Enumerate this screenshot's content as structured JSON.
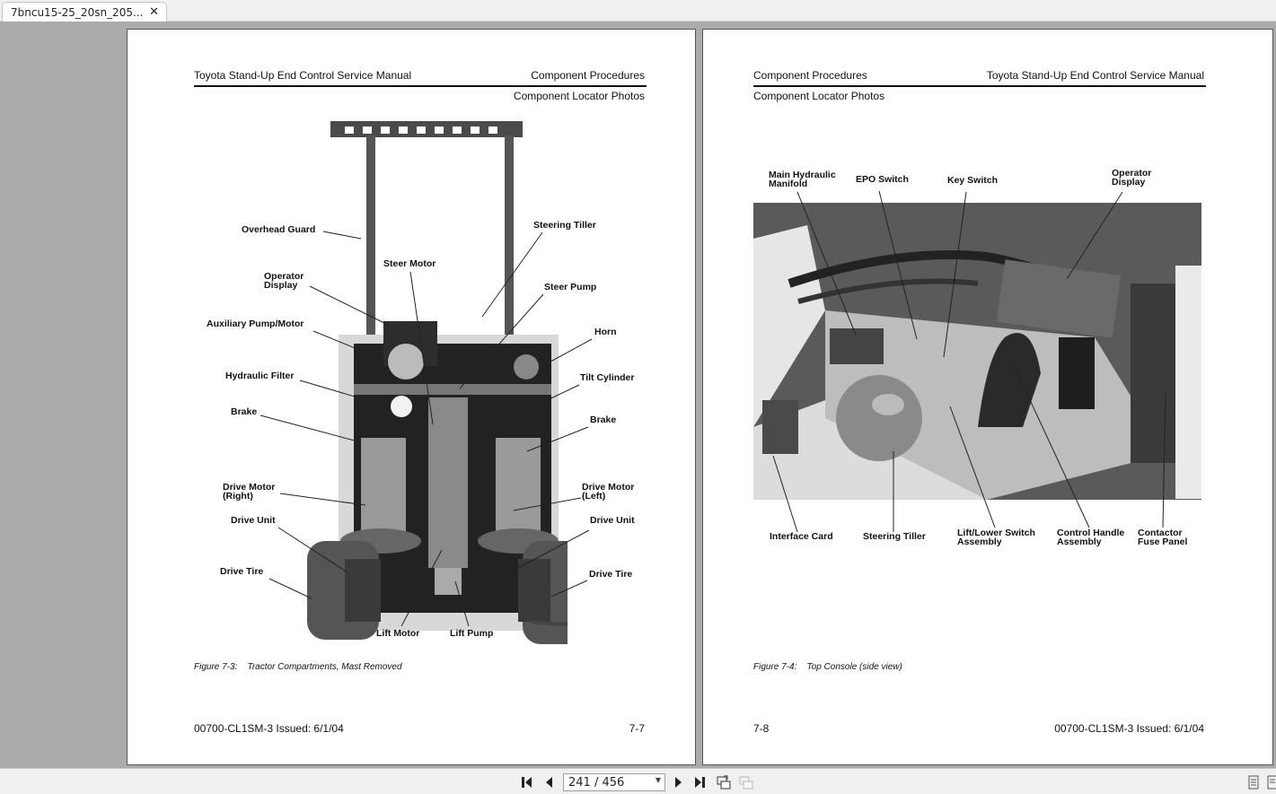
{
  "tab": {
    "title": "7bncu15-25_20sn_205...",
    "close": "✕"
  },
  "left_page": {
    "header_left": "Toyota Stand-Up End Control Service Manual",
    "header_right": "Component Procedures",
    "subheader": "Component Locator Photos",
    "figure_caption": "Figure 7-3:    Tractor Compartments, Mast Removed",
    "footer_left": "00700-CL1SM-3 Issued: 6/1/04",
    "footer_right": "7-7",
    "labels": {
      "overhead_guard": "Overhead Guard",
      "steer_motor": "Steer Motor",
      "steering_tiller": "Steering Tiller",
      "operator_display": "Operator\nDisplay",
      "steer_pump": "Steer Pump",
      "aux_pump": "Auxiliary Pump/Motor",
      "horn": "Horn",
      "hydraulic_filter": "Hydraulic Filter",
      "tilt_cylinder": "Tilt Cylinder",
      "brake_left": "Brake",
      "brake_right": "Brake",
      "drive_motor_right": "Drive Motor\n(Right)",
      "drive_motor_left": "Drive Motor\n(Left)",
      "drive_unit_left": "Drive Unit",
      "drive_unit_right": "Drive Unit",
      "drive_tire_left": "Drive Tire",
      "drive_tire_right": "Drive Tire",
      "lift_motor": "Lift Motor",
      "lift_pump": "Lift Pump"
    }
  },
  "right_page": {
    "header_left": "Component Procedures",
    "header_right": "Toyota Stand-Up End Control Service Manual",
    "subheader": "Component Locator Photos",
    "figure_caption": "Figure 7-4:    Top Console (side view)",
    "footer_left": "7-8",
    "footer_right": "00700-CL1SM-3 Issued: 6/1/04",
    "labels": {
      "main_hydraulic_manifold": "Main Hydraulic\nManifold",
      "epo_switch": "EPO Switch",
      "key_switch": "Key Switch",
      "operator_display": "Operator\nDisplay",
      "interface_card": "Interface Card",
      "steering_tiller": "Steering Tiller",
      "lift_lower_switch": "Lift/Lower Switch\nAssembly",
      "control_handle": "Control Handle\nAssembly",
      "contactor_fuse_panel": "Contactor\nFuse Panel"
    }
  },
  "toolbar": {
    "page_indicator": "241 / 456",
    "current_page": 241,
    "total_pages": 456
  }
}
